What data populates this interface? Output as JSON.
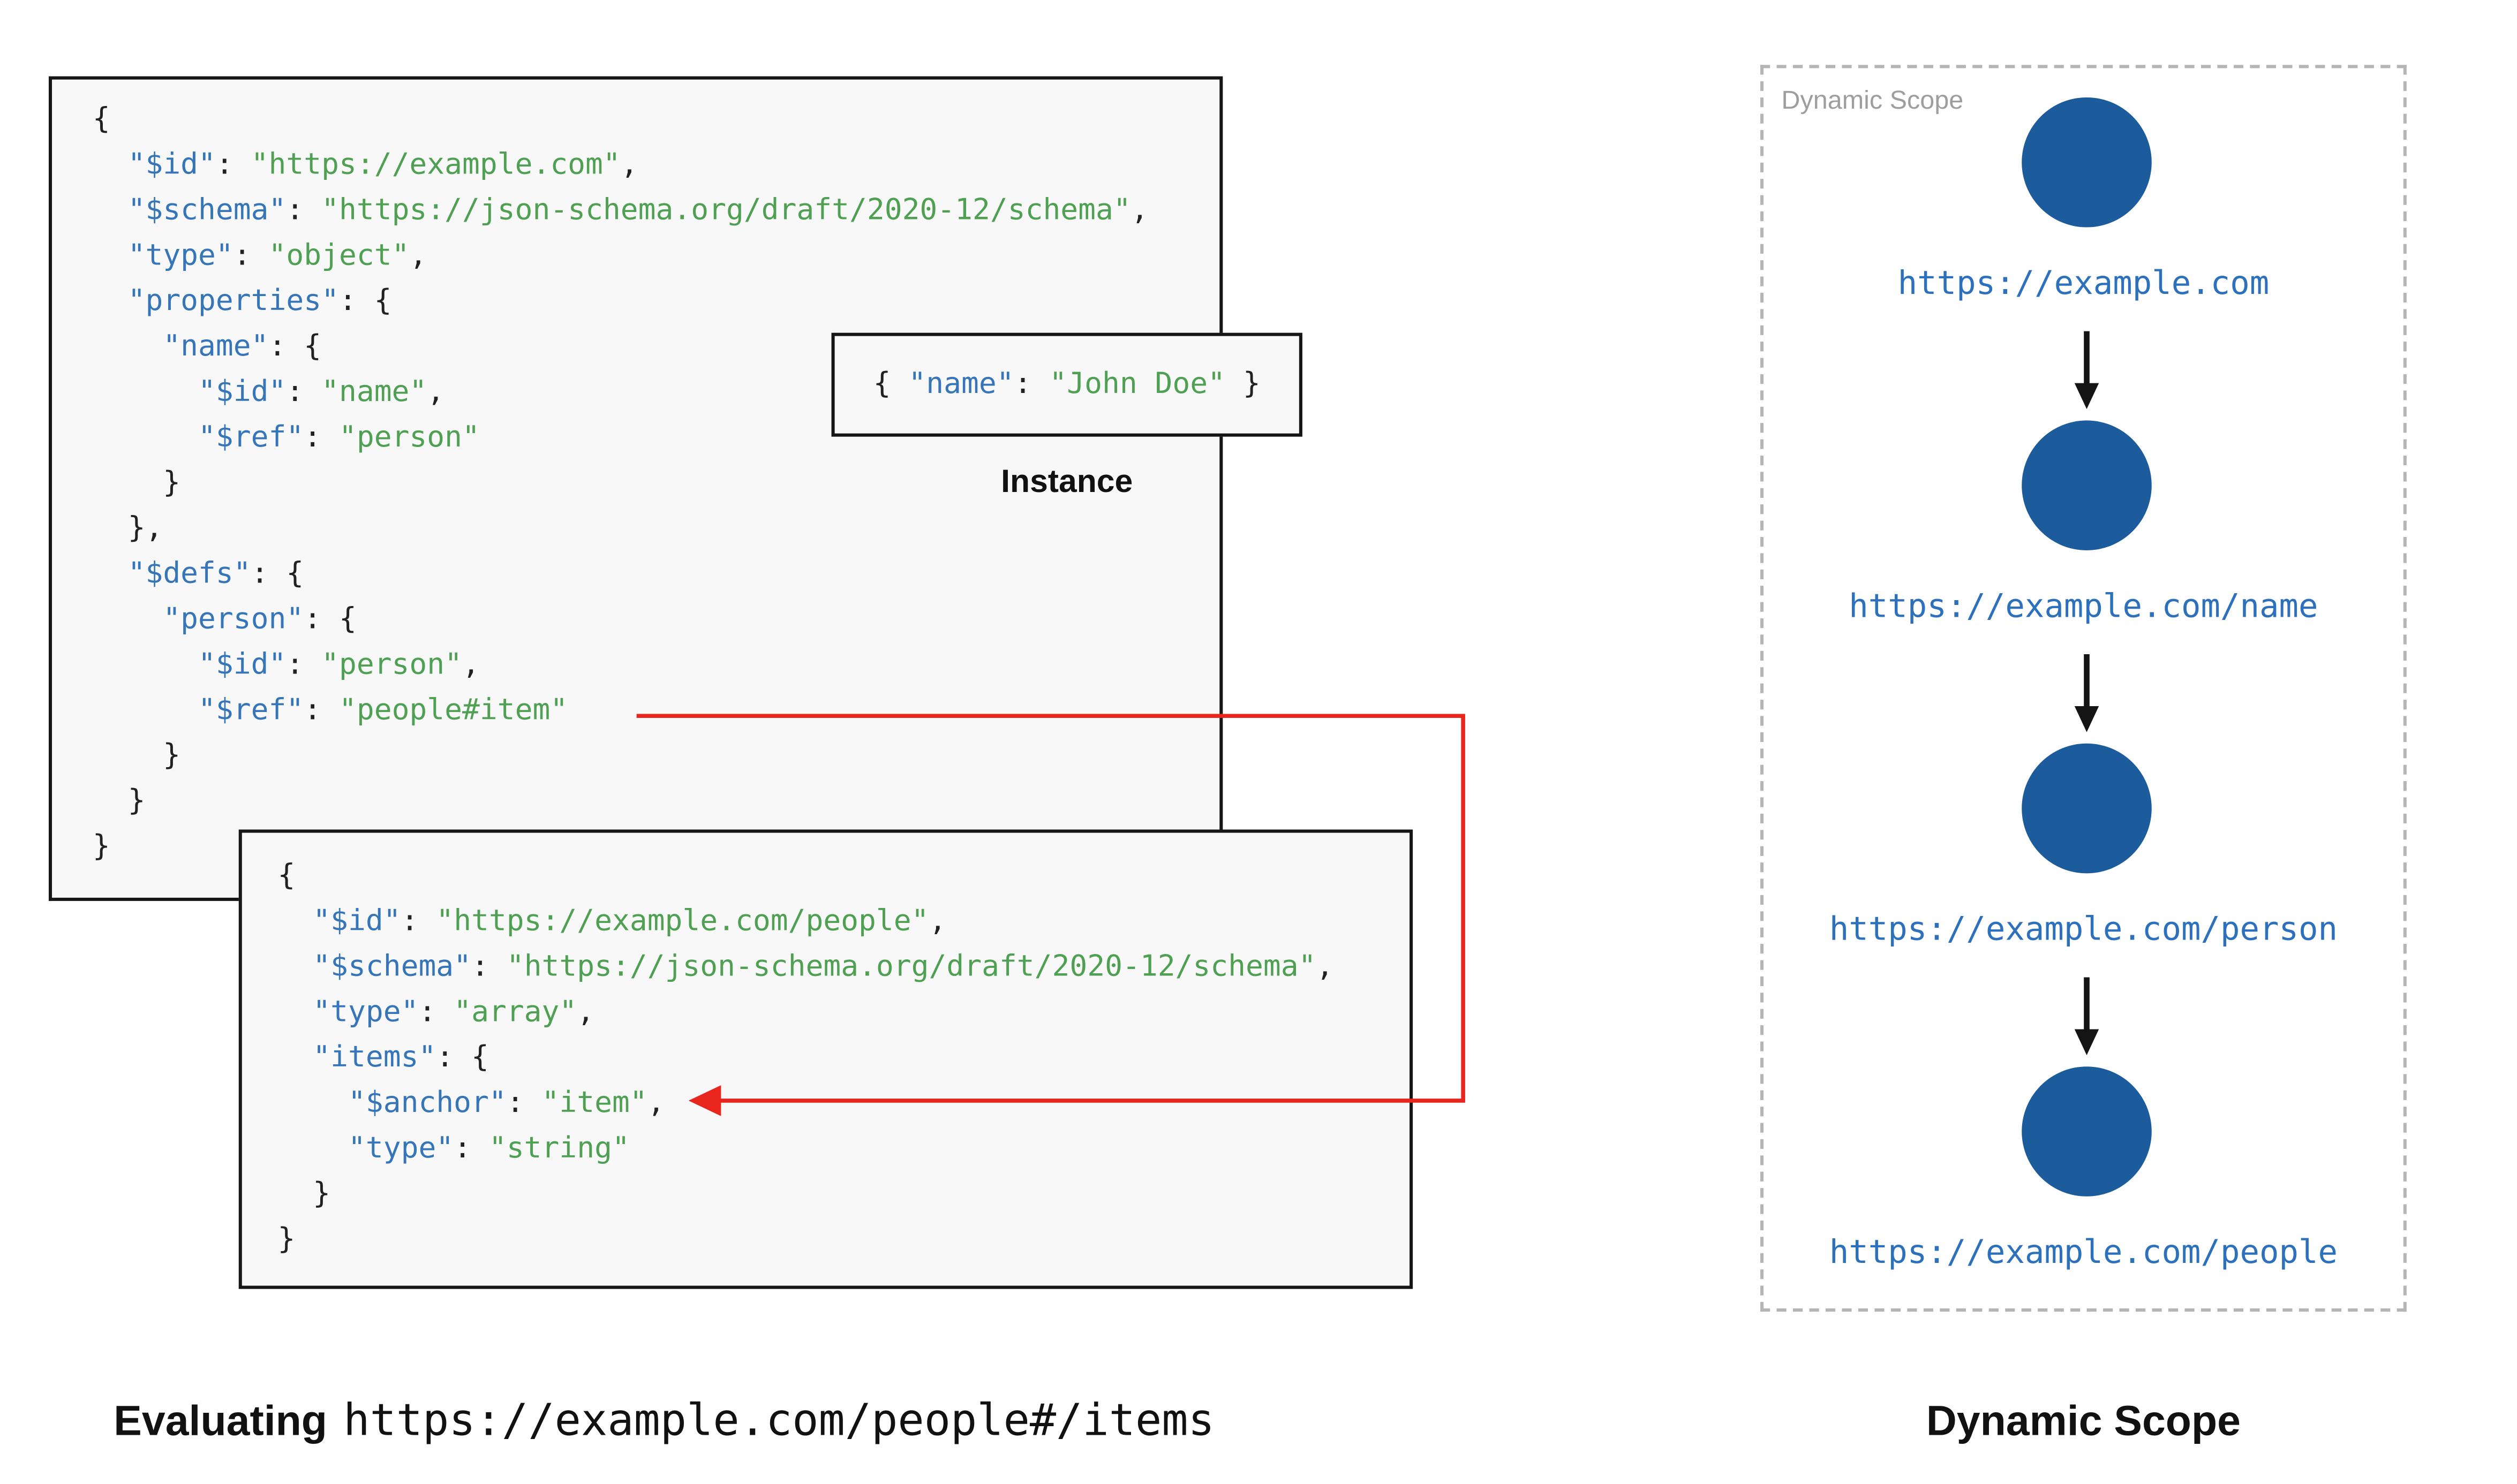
{
  "colors": {
    "key": "#3676b8",
    "value": "#4fa053",
    "punct": "#212121",
    "node_fill": "#1d5c9c",
    "label_blue": "#2d70bb",
    "arrow_red": "#e8261d",
    "arrow_black": "#141414"
  },
  "schema_main": {
    "lines": [
      [
        [
          "p",
          "{"
        ]
      ],
      [
        [
          "p",
          "  "
        ],
        [
          "k",
          "\"$id\""
        ],
        [
          "p",
          ": "
        ],
        [
          "s",
          "\"https://example.com\""
        ],
        [
          "p",
          ","
        ]
      ],
      [
        [
          "p",
          "  "
        ],
        [
          "k",
          "\"$schema\""
        ],
        [
          "p",
          ": "
        ],
        [
          "s",
          "\"https://json-schema.org/draft/2020-12/schema\""
        ],
        [
          "p",
          ","
        ]
      ],
      [
        [
          "p",
          "  "
        ],
        [
          "k",
          "\"type\""
        ],
        [
          "p",
          ": "
        ],
        [
          "s",
          "\"object\""
        ],
        [
          "p",
          ","
        ]
      ],
      [
        [
          "p",
          "  "
        ],
        [
          "k",
          "\"properties\""
        ],
        [
          "p",
          ": {"
        ]
      ],
      [
        [
          "p",
          "    "
        ],
        [
          "k",
          "\"name\""
        ],
        [
          "p",
          ": {"
        ]
      ],
      [
        [
          "p",
          "      "
        ],
        [
          "k",
          "\"$id\""
        ],
        [
          "p",
          ": "
        ],
        [
          "s",
          "\"name\""
        ],
        [
          "p",
          ","
        ]
      ],
      [
        [
          "p",
          "      "
        ],
        [
          "k",
          "\"$ref\""
        ],
        [
          "p",
          ": "
        ],
        [
          "s",
          "\"person\""
        ]
      ],
      [
        [
          "p",
          "    }"
        ]
      ],
      [
        [
          "p",
          "  },"
        ]
      ],
      [
        [
          "p",
          "  "
        ],
        [
          "k",
          "\"$defs\""
        ],
        [
          "p",
          ": {"
        ]
      ],
      [
        [
          "p",
          "    "
        ],
        [
          "k",
          "\"person\""
        ],
        [
          "p",
          ": {"
        ]
      ],
      [
        [
          "p",
          "      "
        ],
        [
          "k",
          "\"$id\""
        ],
        [
          "p",
          ": "
        ],
        [
          "s",
          "\"person\""
        ],
        [
          "p",
          ","
        ]
      ],
      [
        [
          "p",
          "      "
        ],
        [
          "k",
          "\"$ref\""
        ],
        [
          "p",
          ": "
        ],
        [
          "s",
          "\"people#item\""
        ]
      ],
      [
        [
          "p",
          "    }"
        ]
      ],
      [
        [
          "p",
          "  }"
        ]
      ],
      [
        [
          "p",
          "}"
        ]
      ]
    ]
  },
  "schema_people": {
    "lines": [
      [
        [
          "p",
          "{"
        ]
      ],
      [
        [
          "p",
          "  "
        ],
        [
          "k",
          "\"$id\""
        ],
        [
          "p",
          ": "
        ],
        [
          "s",
          "\"https://example.com/people\""
        ],
        [
          "p",
          ","
        ]
      ],
      [
        [
          "p",
          "  "
        ],
        [
          "k",
          "\"$schema\""
        ],
        [
          "p",
          ": "
        ],
        [
          "s",
          "\"https://json-schema.org/draft/2020-12/schema\""
        ],
        [
          "p",
          ","
        ]
      ],
      [
        [
          "p",
          "  "
        ],
        [
          "k",
          "\"type\""
        ],
        [
          "p",
          ": "
        ],
        [
          "s",
          "\"array\""
        ],
        [
          "p",
          ","
        ]
      ],
      [
        [
          "p",
          "  "
        ],
        [
          "k",
          "\"items\""
        ],
        [
          "p",
          ": {"
        ]
      ],
      [
        [
          "p",
          "    "
        ],
        [
          "k",
          "\"$anchor\""
        ],
        [
          "p",
          ": "
        ],
        [
          "s",
          "\"item\""
        ],
        [
          "p",
          ","
        ]
      ],
      [
        [
          "p",
          "    "
        ],
        [
          "k",
          "\"type\""
        ],
        [
          "p",
          ": "
        ],
        [
          "s",
          "\"string\""
        ]
      ],
      [
        [
          "p",
          "  }"
        ]
      ],
      [
        [
          "p",
          "}"
        ]
      ]
    ]
  },
  "instance": {
    "label": "Instance",
    "lines": [
      [
        [
          "p",
          "{ "
        ],
        [
          "k",
          "\"name\""
        ],
        [
          "p",
          ": "
        ],
        [
          "s",
          "\"John Doe\""
        ],
        [
          "p",
          " }"
        ]
      ]
    ]
  },
  "caption_left": {
    "bold": "Evaluating",
    "mono": "https://example.com/people#/items"
  },
  "dynamic_scope": {
    "box_label": "Dynamic Scope",
    "caption": "Dynamic Scope",
    "nodes": [
      {
        "label": "https://example.com"
      },
      {
        "label": "https://example.com/name"
      },
      {
        "label": "https://example.com/person"
      },
      {
        "label": "https://example.com/people"
      }
    ]
  }
}
